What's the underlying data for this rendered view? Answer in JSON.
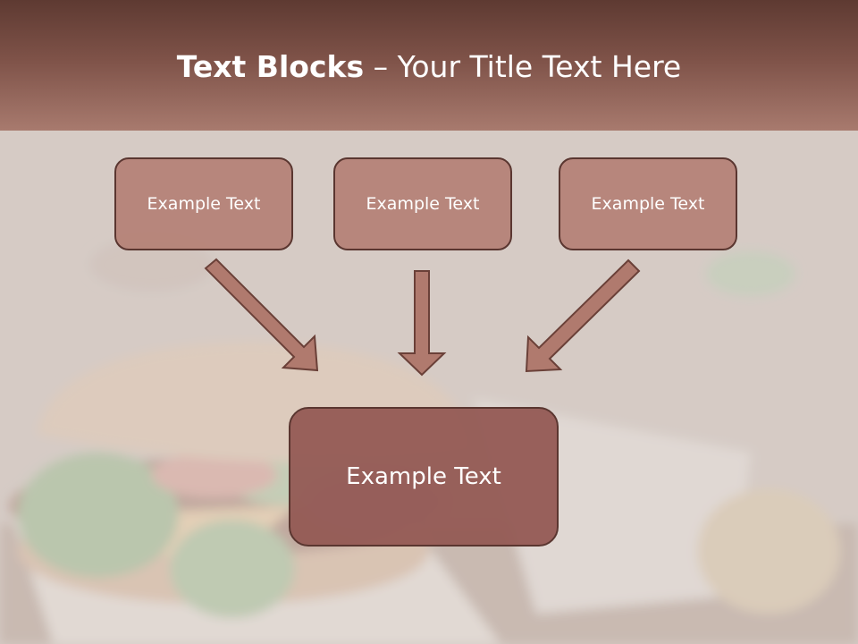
{
  "title": {
    "bold": "Text Blocks",
    "separator": " – ",
    "rest": "Your Title Text Here"
  },
  "boxes": {
    "top": [
      "Example Text",
      "Example Text",
      "Example Text"
    ],
    "bottom": "Example Text"
  },
  "colors": {
    "header_dark": "#5e3a32",
    "header_light": "#a87a6e",
    "box_fill": "#b27a6e",
    "box_border": "#5a3630",
    "arrow_fill": "#b07a6e"
  }
}
